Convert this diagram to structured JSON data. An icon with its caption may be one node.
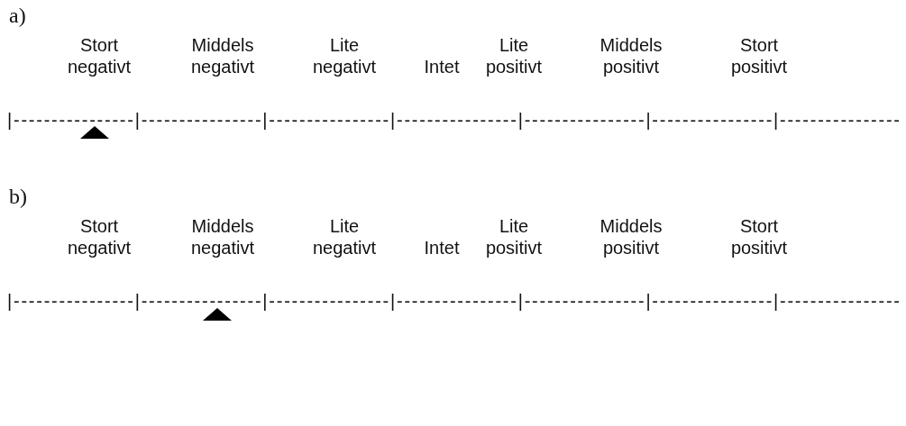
{
  "diagram": {
    "labels": [
      "a)",
      "Stort negativt",
      "Middels negativt",
      "Lite negativt",
      "Intet",
      "Lite positivt",
      "Middels positivt",
      "Stort positivt",
      "|----------------|----------------|----------------|----------------|----------------|----------------|----------------",
      "b)",
      "Stort negativt",
      "Middels negativt",
      "Lite negativt",
      "Intet",
      "Lite positivt",
      "Middels positivt",
      "Stort positivt",
      "|----------------|----------------|----------------|----------------|----------------|----------------|----------------"
    ]
  }
}
